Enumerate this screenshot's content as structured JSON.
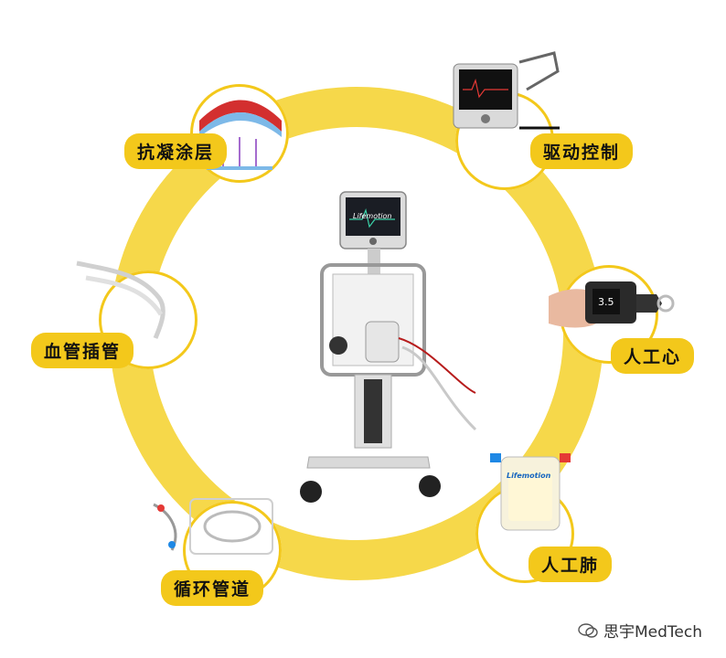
{
  "components": {
    "coating": {
      "label": "抗凝涂层"
    },
    "drive": {
      "label": "驱动控制"
    },
    "cannula": {
      "label": "血管插管"
    },
    "heart": {
      "label": "人工心",
      "display": "3.5"
    },
    "circuit": {
      "label": "循环管道"
    },
    "lung": {
      "label": "人工肺",
      "brand": "Lifemotion"
    }
  },
  "center_device": {
    "brand": "Lifemotion"
  },
  "watermark": {
    "text": "思宇MedTech"
  },
  "colors": {
    "ring": "#f6d84a",
    "label_bg": "#f3c81b"
  },
  "icons": {
    "watermark": "wechat-icon"
  }
}
